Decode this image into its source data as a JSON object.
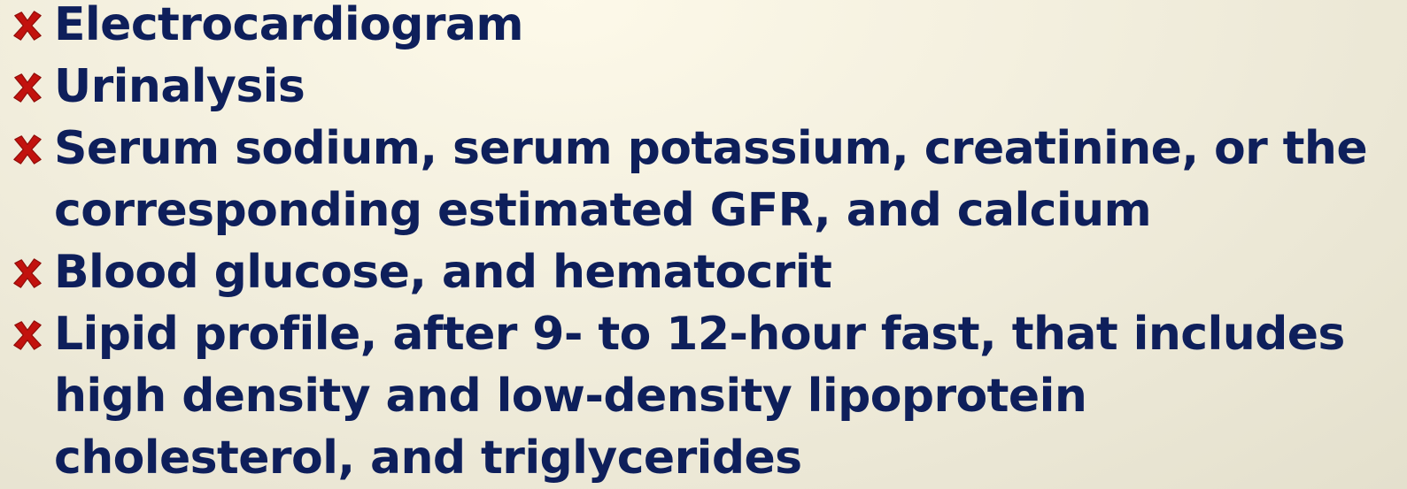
{
  "bullets": [
    {
      "text": "Electrocardiogram"
    },
    {
      "text": "Urinalysis"
    },
    {
      "text": "Serum sodium, serum potassium, creatinine, or the corresponding estimated GFR, and calcium"
    },
    {
      "text": "Blood glucose, and hematocrit"
    },
    {
      "text": "Lipid profile, after 9- to 12-hour fast, that includes high density and low-density lipoprotein cholesterol, and triglycerides"
    }
  ],
  "colors": {
    "text": "#0e1f5b",
    "bullet_marker": "#c2120e"
  },
  "icons": {
    "bullet": "x-mark-icon"
  }
}
